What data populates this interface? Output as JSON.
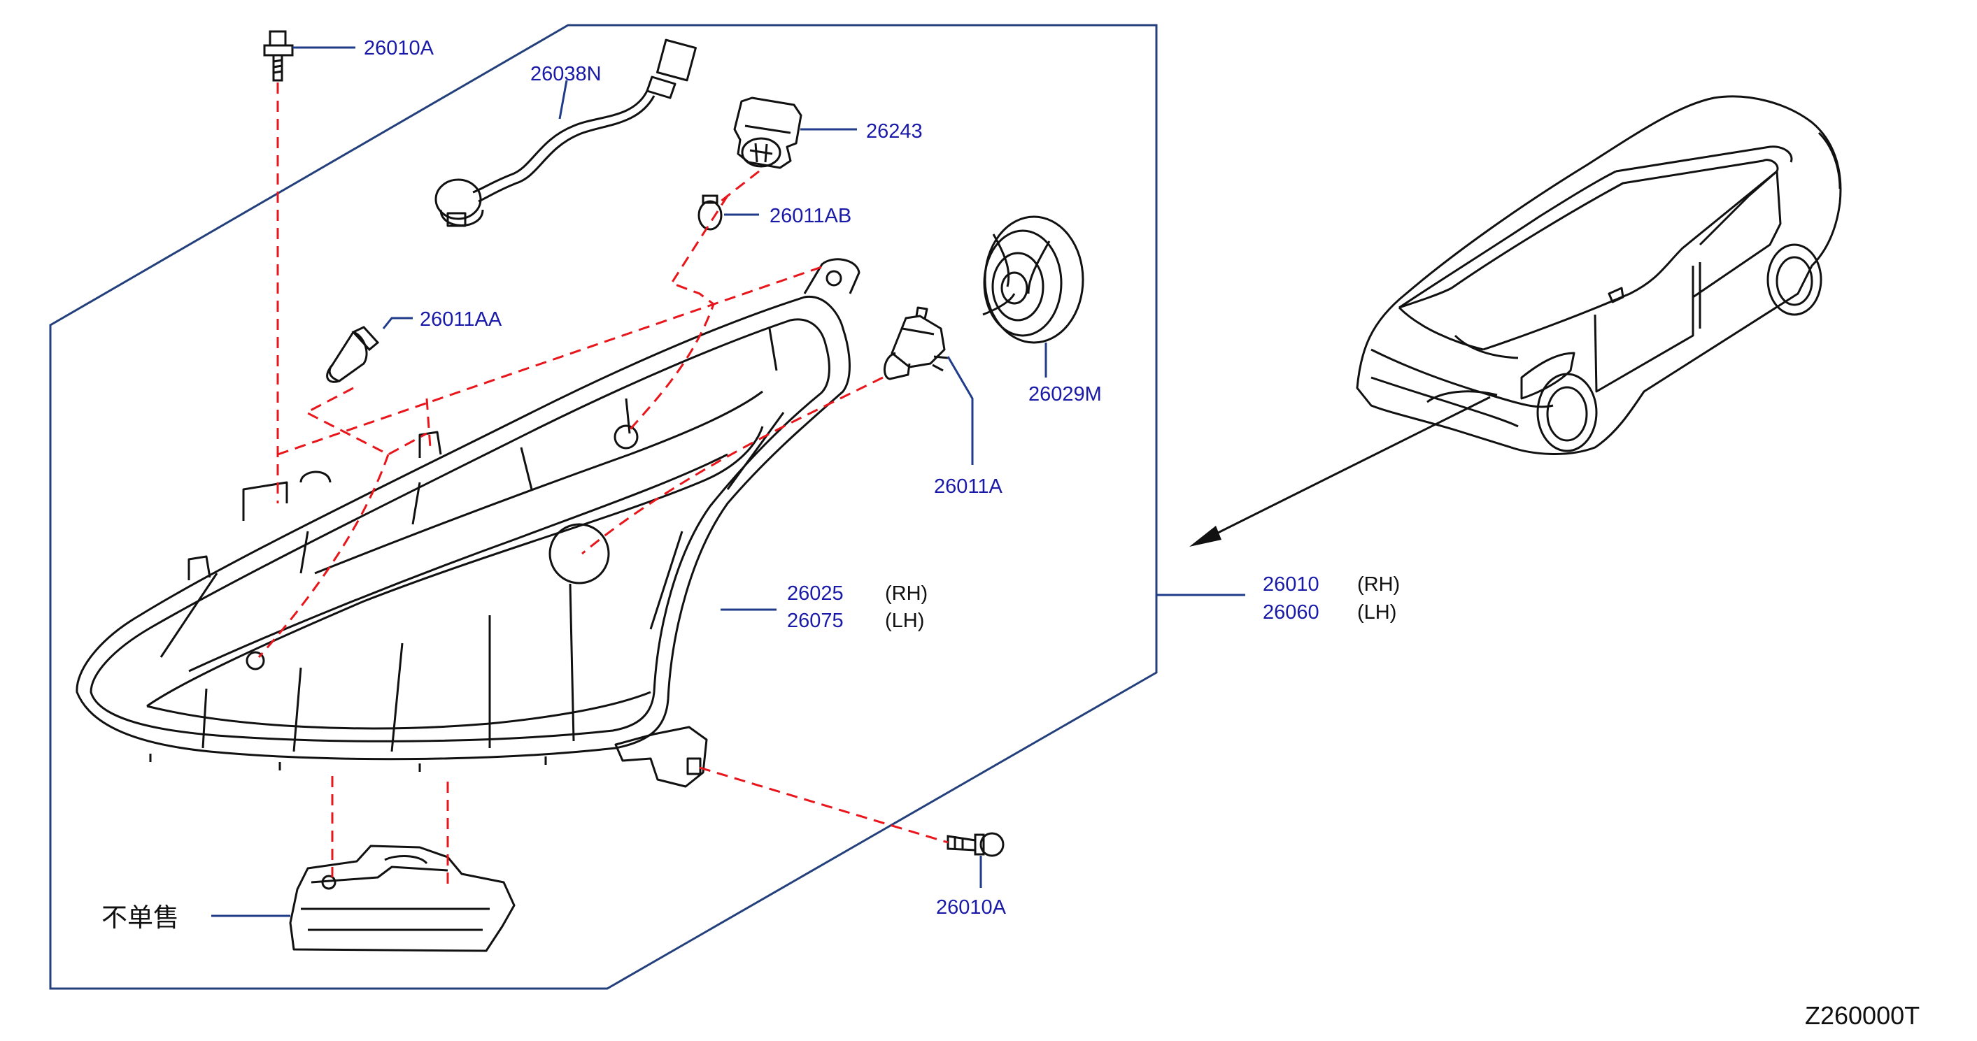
{
  "colors": {
    "frame": "#24407c",
    "leader": "#1f3b8a",
    "part_number": "#1a1aa8",
    "dashed": "#e8151b",
    "drawing": "#111111"
  },
  "callouts": {
    "bolt_top": "26010A",
    "harness": "26038N",
    "socket": "26243",
    "bulb_ab": "26011AB",
    "bulb_aa": "26011AA",
    "cap": "26029M",
    "headlamp_bulb": "26011A",
    "housing_rh": "26025",
    "housing_rh_side": "(RH)",
    "housing_lh": "26075",
    "housing_lh_side": "(LH)",
    "assy_rh": "26010",
    "assy_rh_side": "(RH)",
    "assy_lh": "26060",
    "assy_lh_side": "(LH)",
    "bolt_bottom": "26010A",
    "not_sold": "不单售"
  },
  "diagram_code": "Z260000T"
}
